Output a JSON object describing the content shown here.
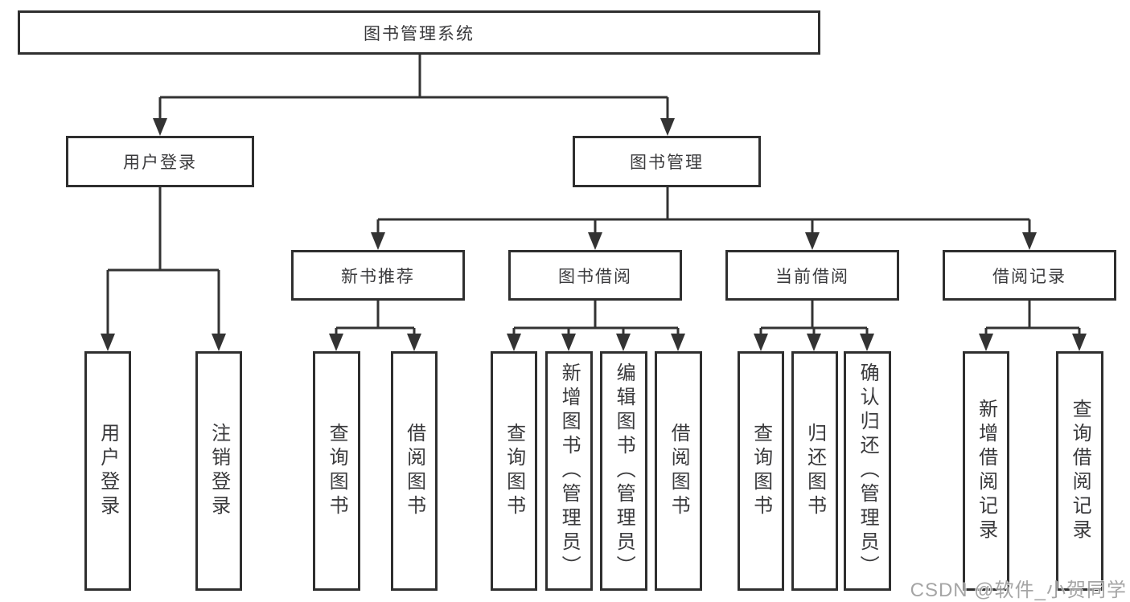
{
  "tree": {
    "root": {
      "label": "图书管理系统"
    },
    "login": {
      "label": "用户登录",
      "children": [
        "用户登录",
        "注销登录"
      ]
    },
    "management": {
      "label": "图书管理",
      "sections": [
        {
          "label": "新书推荐",
          "children": [
            "查询图书",
            "借阅图书"
          ]
        },
        {
          "label": "图书借阅",
          "children": [
            "查询图书",
            "新增图书（管理员）",
            "编辑图书（管理员）",
            "借阅图书"
          ]
        },
        {
          "label": "当前借阅",
          "children": [
            "查询图书",
            "归还图书",
            "确认归还（管理员）"
          ]
        },
        {
          "label": "借阅记录",
          "children": [
            "新增借阅记录",
            "查询借阅记录"
          ]
        }
      ]
    }
  },
  "watermark": {
    "text": "CSDN @软件_小贺同学"
  },
  "colors": {
    "line": "#333333",
    "box_border": "#2f2f2f",
    "text": "#3a3a3c",
    "watermark": "#9c9c9c",
    "background": "#ffffff"
  }
}
